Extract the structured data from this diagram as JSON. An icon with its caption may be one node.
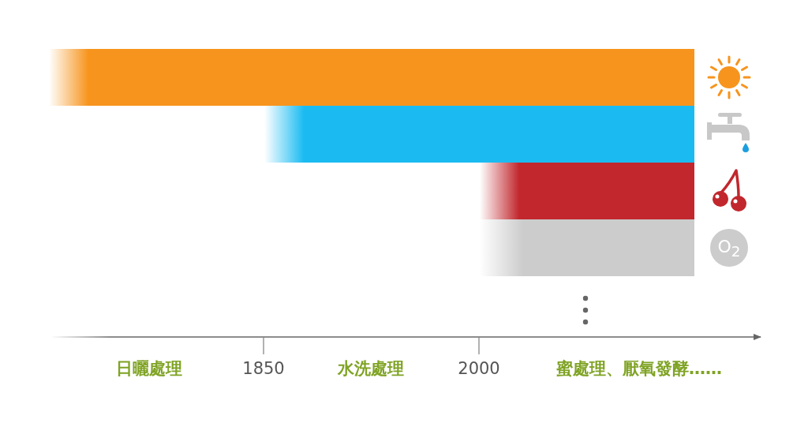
{
  "diagram": {
    "nodes": [
      {
        "text": [],
        "shape": "bar"
      },
      {
        "text": [],
        "shape": "bar"
      },
      {
        "text": [],
        "shape": "bar"
      },
      {
        "text": [],
        "shape": "bar"
      }
    ],
    "labels": [
      "O$_{2}$",
      "日曬處理",
      "1850",
      "水洗處理",
      "2000",
      "蜜處理、厭氧發酵……"
    ]
  }
}
